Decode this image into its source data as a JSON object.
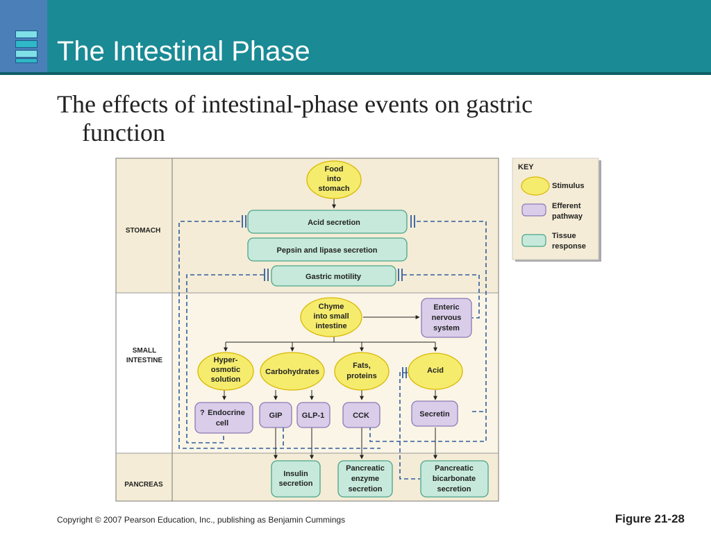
{
  "slide": {
    "title": "The Intestinal Phase",
    "subtitle_line1": "The effects of intestinal-phase events on gastric",
    "subtitle_line2": "function",
    "copyright": "Copyright © 2007 Pearson Education, Inc., publishing as Benjamin Cummings",
    "figure_label": "Figure 21-28"
  },
  "diagram": {
    "regions": {
      "stomach": "STOMACH",
      "small_intestine_1": "SMALL",
      "small_intestine_2": "INTESTINE",
      "pancreas": "PANCREAS"
    },
    "nodes": {
      "food": [
        "Food",
        "into",
        "stomach"
      ],
      "acid_secretion": "Acid secretion",
      "pepsin": "Pepsin and lipase secretion",
      "motility": "Gastric motility",
      "chyme": [
        "Chyme",
        "into small",
        "intestine"
      ],
      "enteric": [
        "Enteric",
        "nervous",
        "system"
      ],
      "hyper": [
        "Hyper-",
        "osmotic",
        "solution"
      ],
      "carbs": "Carbohydrates",
      "fats": [
        "Fats,",
        "proteins"
      ],
      "acid": "Acid",
      "endocrine_q": "?",
      "endocrine": [
        "Endocrine",
        "cell"
      ],
      "gip": "GIP",
      "glp1": "GLP-1",
      "cck": "CCK",
      "secretin": "Secretin",
      "insulin": [
        "Insulin",
        "secretion"
      ],
      "enzyme": [
        "Pancreatic",
        "enzyme",
        "secretion"
      ],
      "bicarb": [
        "Pancreatic",
        "bicarbonate",
        "secretion"
      ]
    },
    "key": {
      "title": "KEY",
      "stimulus": "Stimulus",
      "efferent": [
        "Efferent",
        "pathway"
      ],
      "tissue": [
        "Tissue",
        "response"
      ]
    },
    "colors": {
      "stimulus_fill": "#f5ec6e",
      "stimulus_stroke": "#d9b700",
      "efferent_fill": "#d9cdea",
      "efferent_stroke": "#8b79b5",
      "tissue_fill": "#c6e9dc",
      "tissue_stroke": "#4aa489",
      "region_stomach": "#f4ecd6",
      "region_intestine": "#faf5e6",
      "region_pancreas": "#f4ecd6",
      "dashed_line": "#2f5c9e"
    }
  }
}
